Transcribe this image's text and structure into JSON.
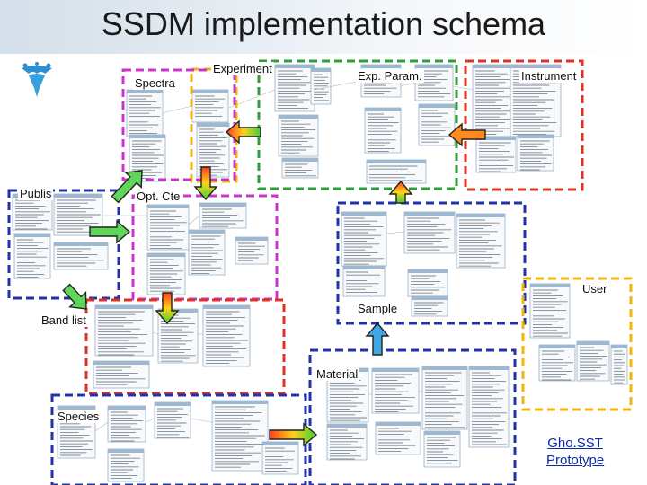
{
  "title": "SSDM implementation schema",
  "modules": [
    {
      "id": "experiment",
      "label": "Experiment",
      "color": "#f2b60a"
    },
    {
      "id": "spectra",
      "label": "Spectra",
      "color": "#cc33cc"
    },
    {
      "id": "exp-param",
      "label": "Exp. Param.",
      "color": "#2e9e3a"
    },
    {
      "id": "instrument",
      "label": "Instrument",
      "color": "#dd3322"
    },
    {
      "id": "publis",
      "label": "Publis",
      "color": "#2233aa"
    },
    {
      "id": "opt-cte",
      "label": "Opt. Cte",
      "color": "#cc33cc"
    },
    {
      "id": "sample",
      "label": "Sample",
      "color": "#2233aa"
    },
    {
      "id": "user",
      "label": "User",
      "color": "#f2b60a"
    },
    {
      "id": "band-list",
      "label": "Band list",
      "color": "#dd3322"
    },
    {
      "id": "material",
      "label": "Material",
      "color": "#2233aa"
    },
    {
      "id": "species",
      "label": "Species",
      "color": "#2233aa"
    }
  ],
  "footer_link": {
    "line1": "Gho.SST",
    "line2": "Prototype",
    "color": "#0b2aa8"
  },
  "logo": {
    "name": "ghosst-logo",
    "color": "#2d8fcf"
  }
}
